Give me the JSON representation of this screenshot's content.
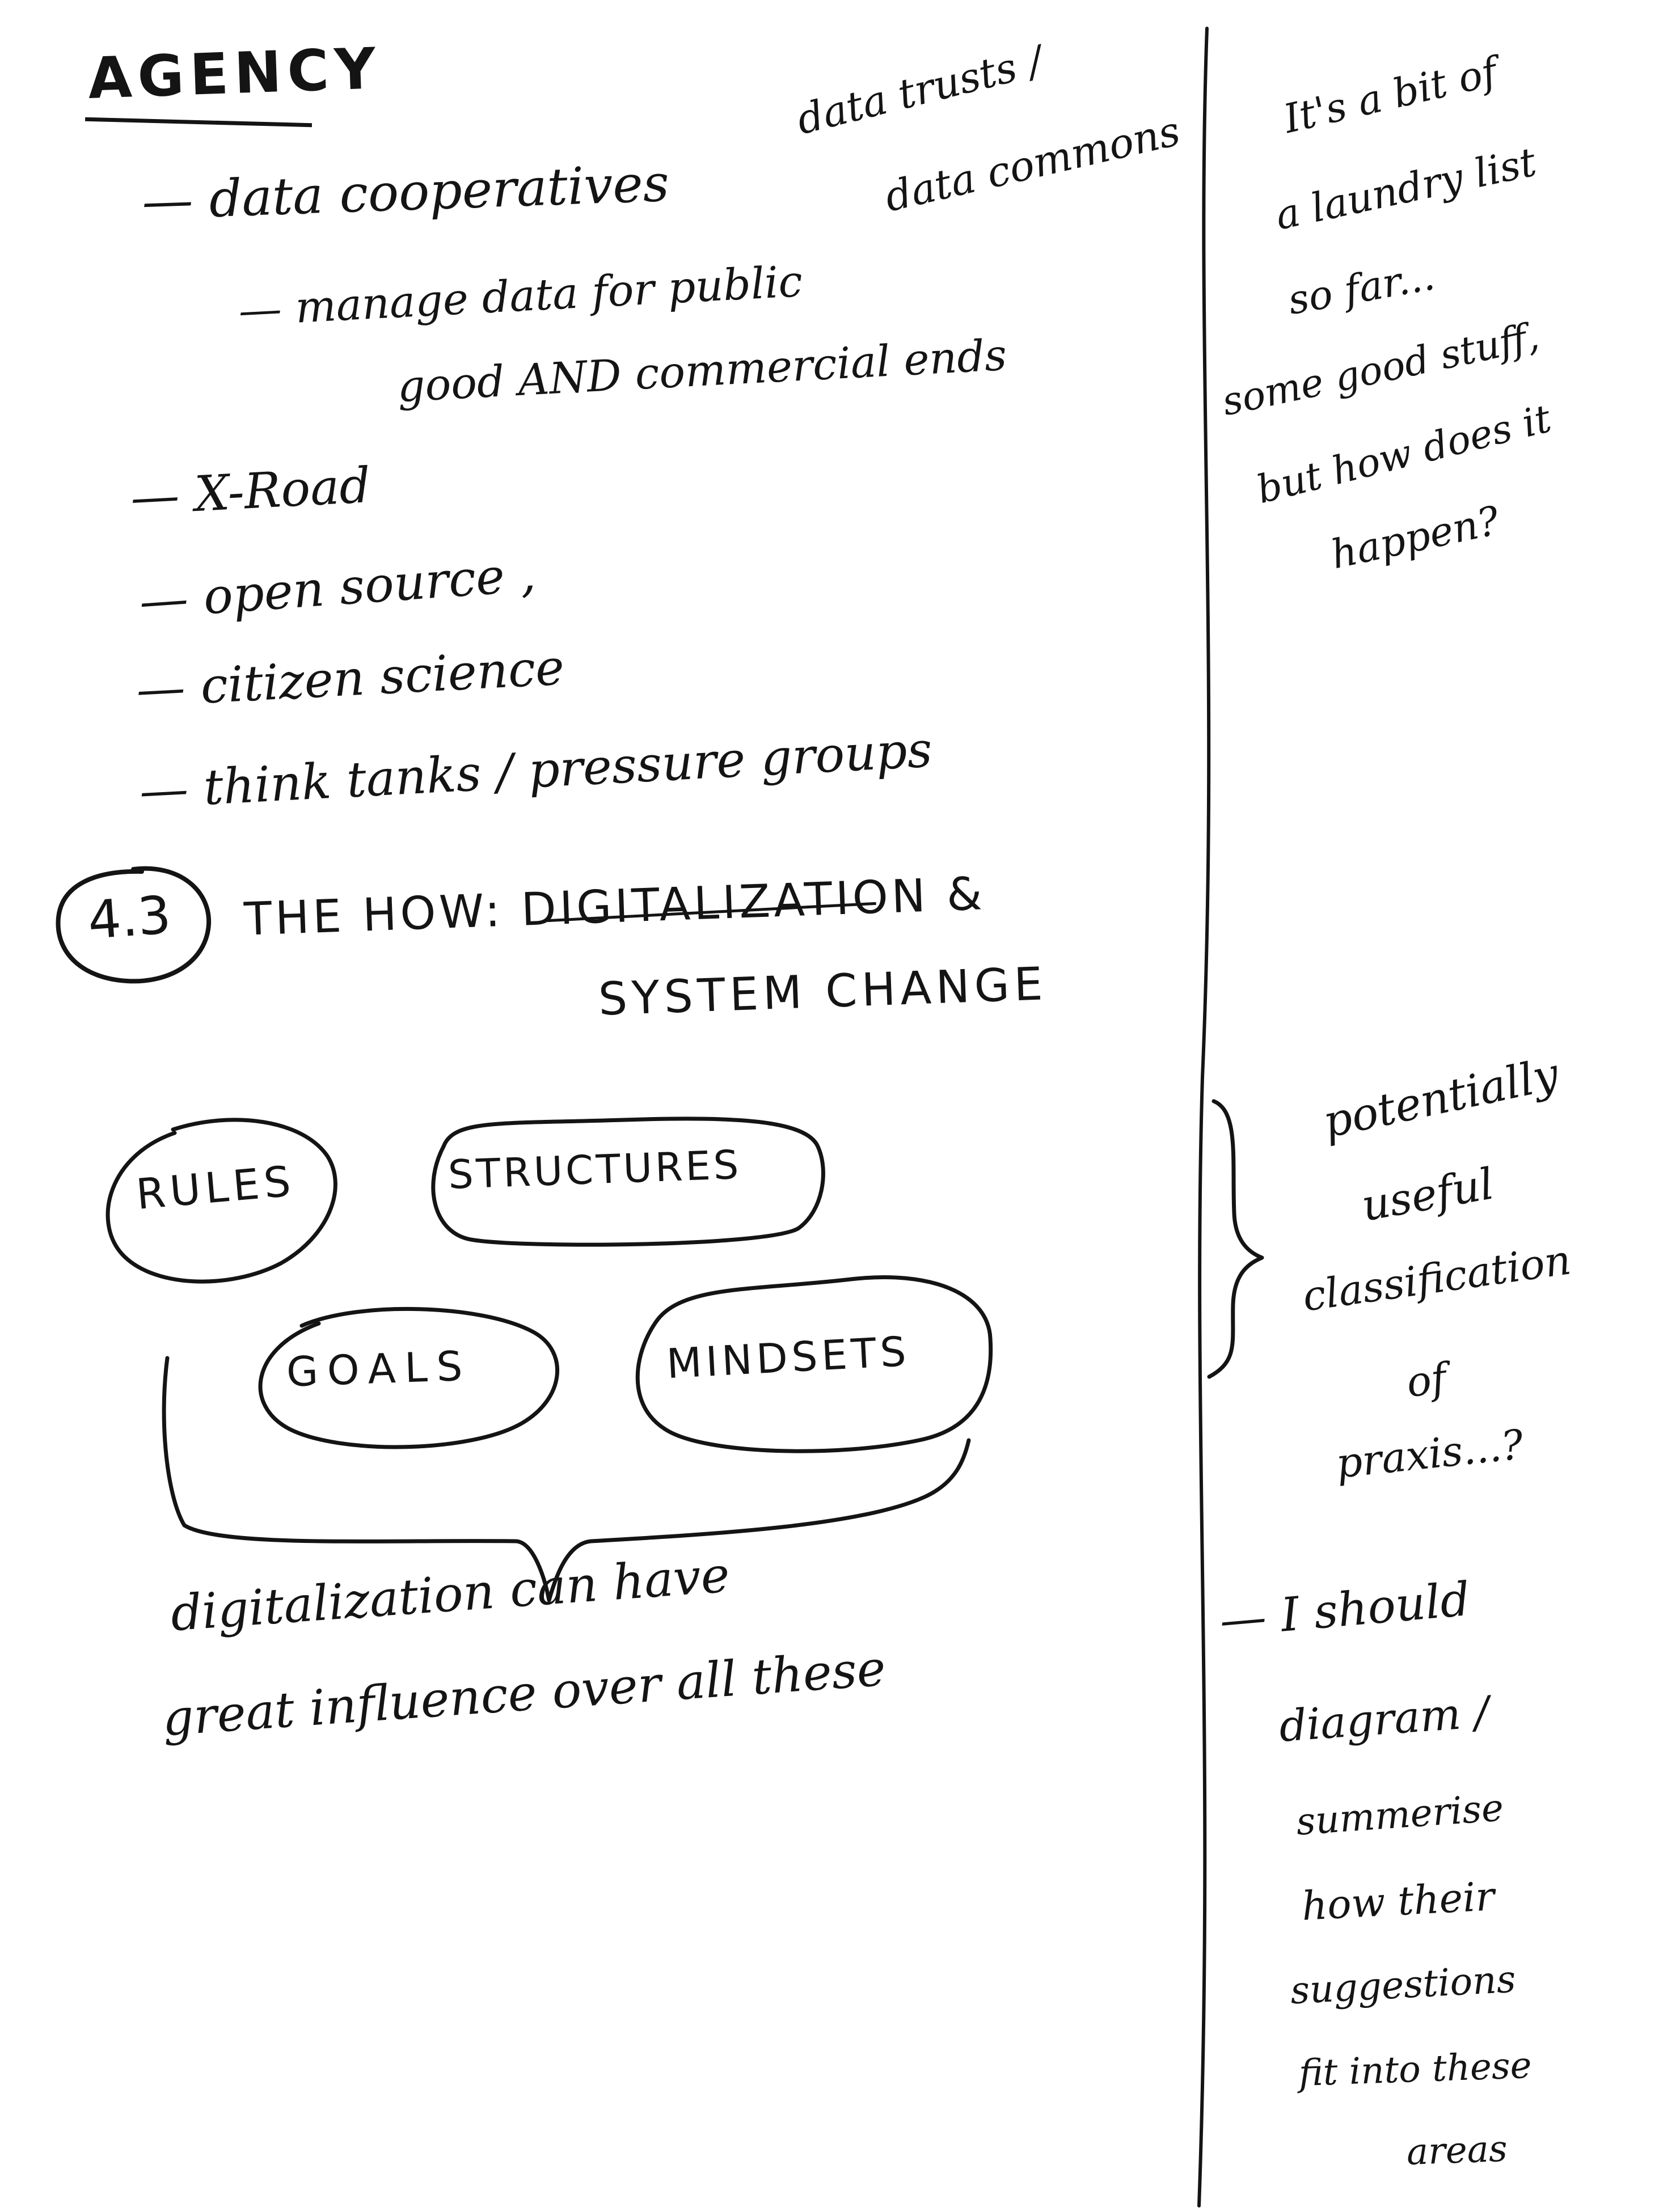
{
  "title": "AGENCY",
  "annotation": {
    "line1": "data trusts /",
    "line2": "data commons"
  },
  "list": {
    "item1": "— data cooperatives",
    "item1_sub1": "— manage data for public",
    "item1_sub2": "good AND commercial ends",
    "item2": "— X-Road",
    "item3": "— open source ,",
    "item4": "— citizen science",
    "item5": "— think tanks / pressure groups"
  },
  "section": {
    "number": "4.3",
    "heading1": "THE HOW: DIGITALIZATION &",
    "heading2": "SYSTEM CHANGE"
  },
  "diagram": {
    "rules": "RULES",
    "structures": "STRUCTURES",
    "goals": "GOALS",
    "mindsets": "MINDSETS",
    "caption1": "digitalization can have",
    "caption2": "great influence over all these"
  },
  "margin": {
    "laundry": [
      "It's a bit of",
      "a laundry list",
      "so far...",
      "some good stuff,",
      "but how does it",
      "happen?"
    ],
    "classification": [
      "potentially",
      "useful",
      "classification",
      "of",
      "praxis...?"
    ],
    "todo": [
      "— I should",
      "diagram /",
      "summerise",
      "how their",
      "suggestions",
      "fit into these",
      "areas"
    ]
  },
  "ink_color": "#141414"
}
